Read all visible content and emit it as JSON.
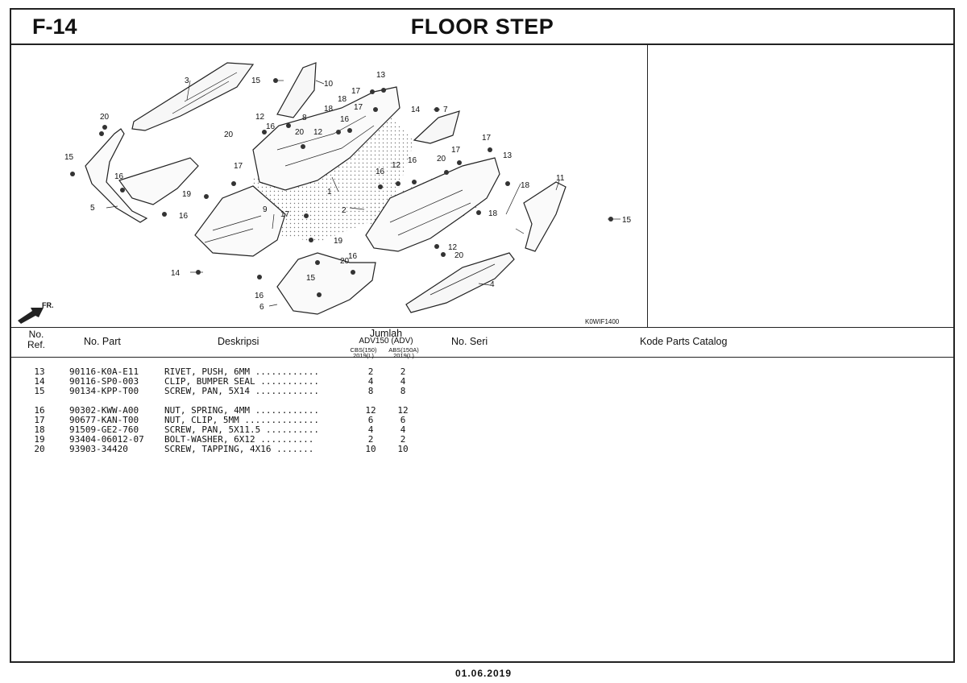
{
  "header": {
    "page_id": "F-14",
    "title": "FLOOR STEP"
  },
  "diagram": {
    "figure_code": "K0WIF1400",
    "front_label": "FR.",
    "callouts": [
      "1",
      "2",
      "3",
      "4",
      "5",
      "6",
      "7",
      "8",
      "9",
      "10",
      "11",
      "12",
      "13",
      "14",
      "15",
      "16",
      "17",
      "18",
      "19",
      "20"
    ]
  },
  "table": {
    "headers": {
      "ref": "No.\nRef.",
      "part": "No. Part",
      "desc": "Deskripsi",
      "qty": "Jumlah",
      "model": "ADV150 (ADV)",
      "var1": "CBS(150)",
      "var2": "ABS(150A)",
      "yr1": "2019(L)",
      "yr2": "2019(L)",
      "serial": "No. Seri",
      "catalog": "Kode Parts Catalog"
    },
    "groups": [
      [
        {
          "ref": "13",
          "part": "90116-K0A-E11",
          "desc": "RIVET, PUSH, 6MM ............",
          "q1": "2",
          "q2": "2"
        },
        {
          "ref": "14",
          "part": "90116-SP0-003",
          "desc": "CLIP, BUMPER SEAL ...........",
          "q1": "4",
          "q2": "4"
        },
        {
          "ref": "15",
          "part": "90134-KPP-T00",
          "desc": "SCREW, PAN, 5X14 ............",
          "q1": "8",
          "q2": "8"
        }
      ],
      [
        {
          "ref": "16",
          "part": "90302-KWW-A00",
          "desc": "NUT, SPRING, 4MM ............",
          "q1": "12",
          "q2": "12"
        },
        {
          "ref": "17",
          "part": "90677-KAN-T00",
          "desc": "NUT, CLIP, 5MM ..............",
          "q1": "6",
          "q2": "6"
        },
        {
          "ref": "18",
          "part": "91509-GE2-760",
          "desc": "SCREW, PAN, 5X11.5 ..........",
          "q1": "4",
          "q2": "4"
        },
        {
          "ref": "19",
          "part": "93404-06012-07",
          "desc": "BOLT-WASHER, 6X12 ..........",
          "q1": "2",
          "q2": "2"
        },
        {
          "ref": "20",
          "part": "93903-34420",
          "desc": "SCREW, TAPPING, 4X16 .......",
          "q1": "10",
          "q2": "10"
        }
      ]
    ]
  },
  "footer": {
    "date": "01.06.2019"
  }
}
